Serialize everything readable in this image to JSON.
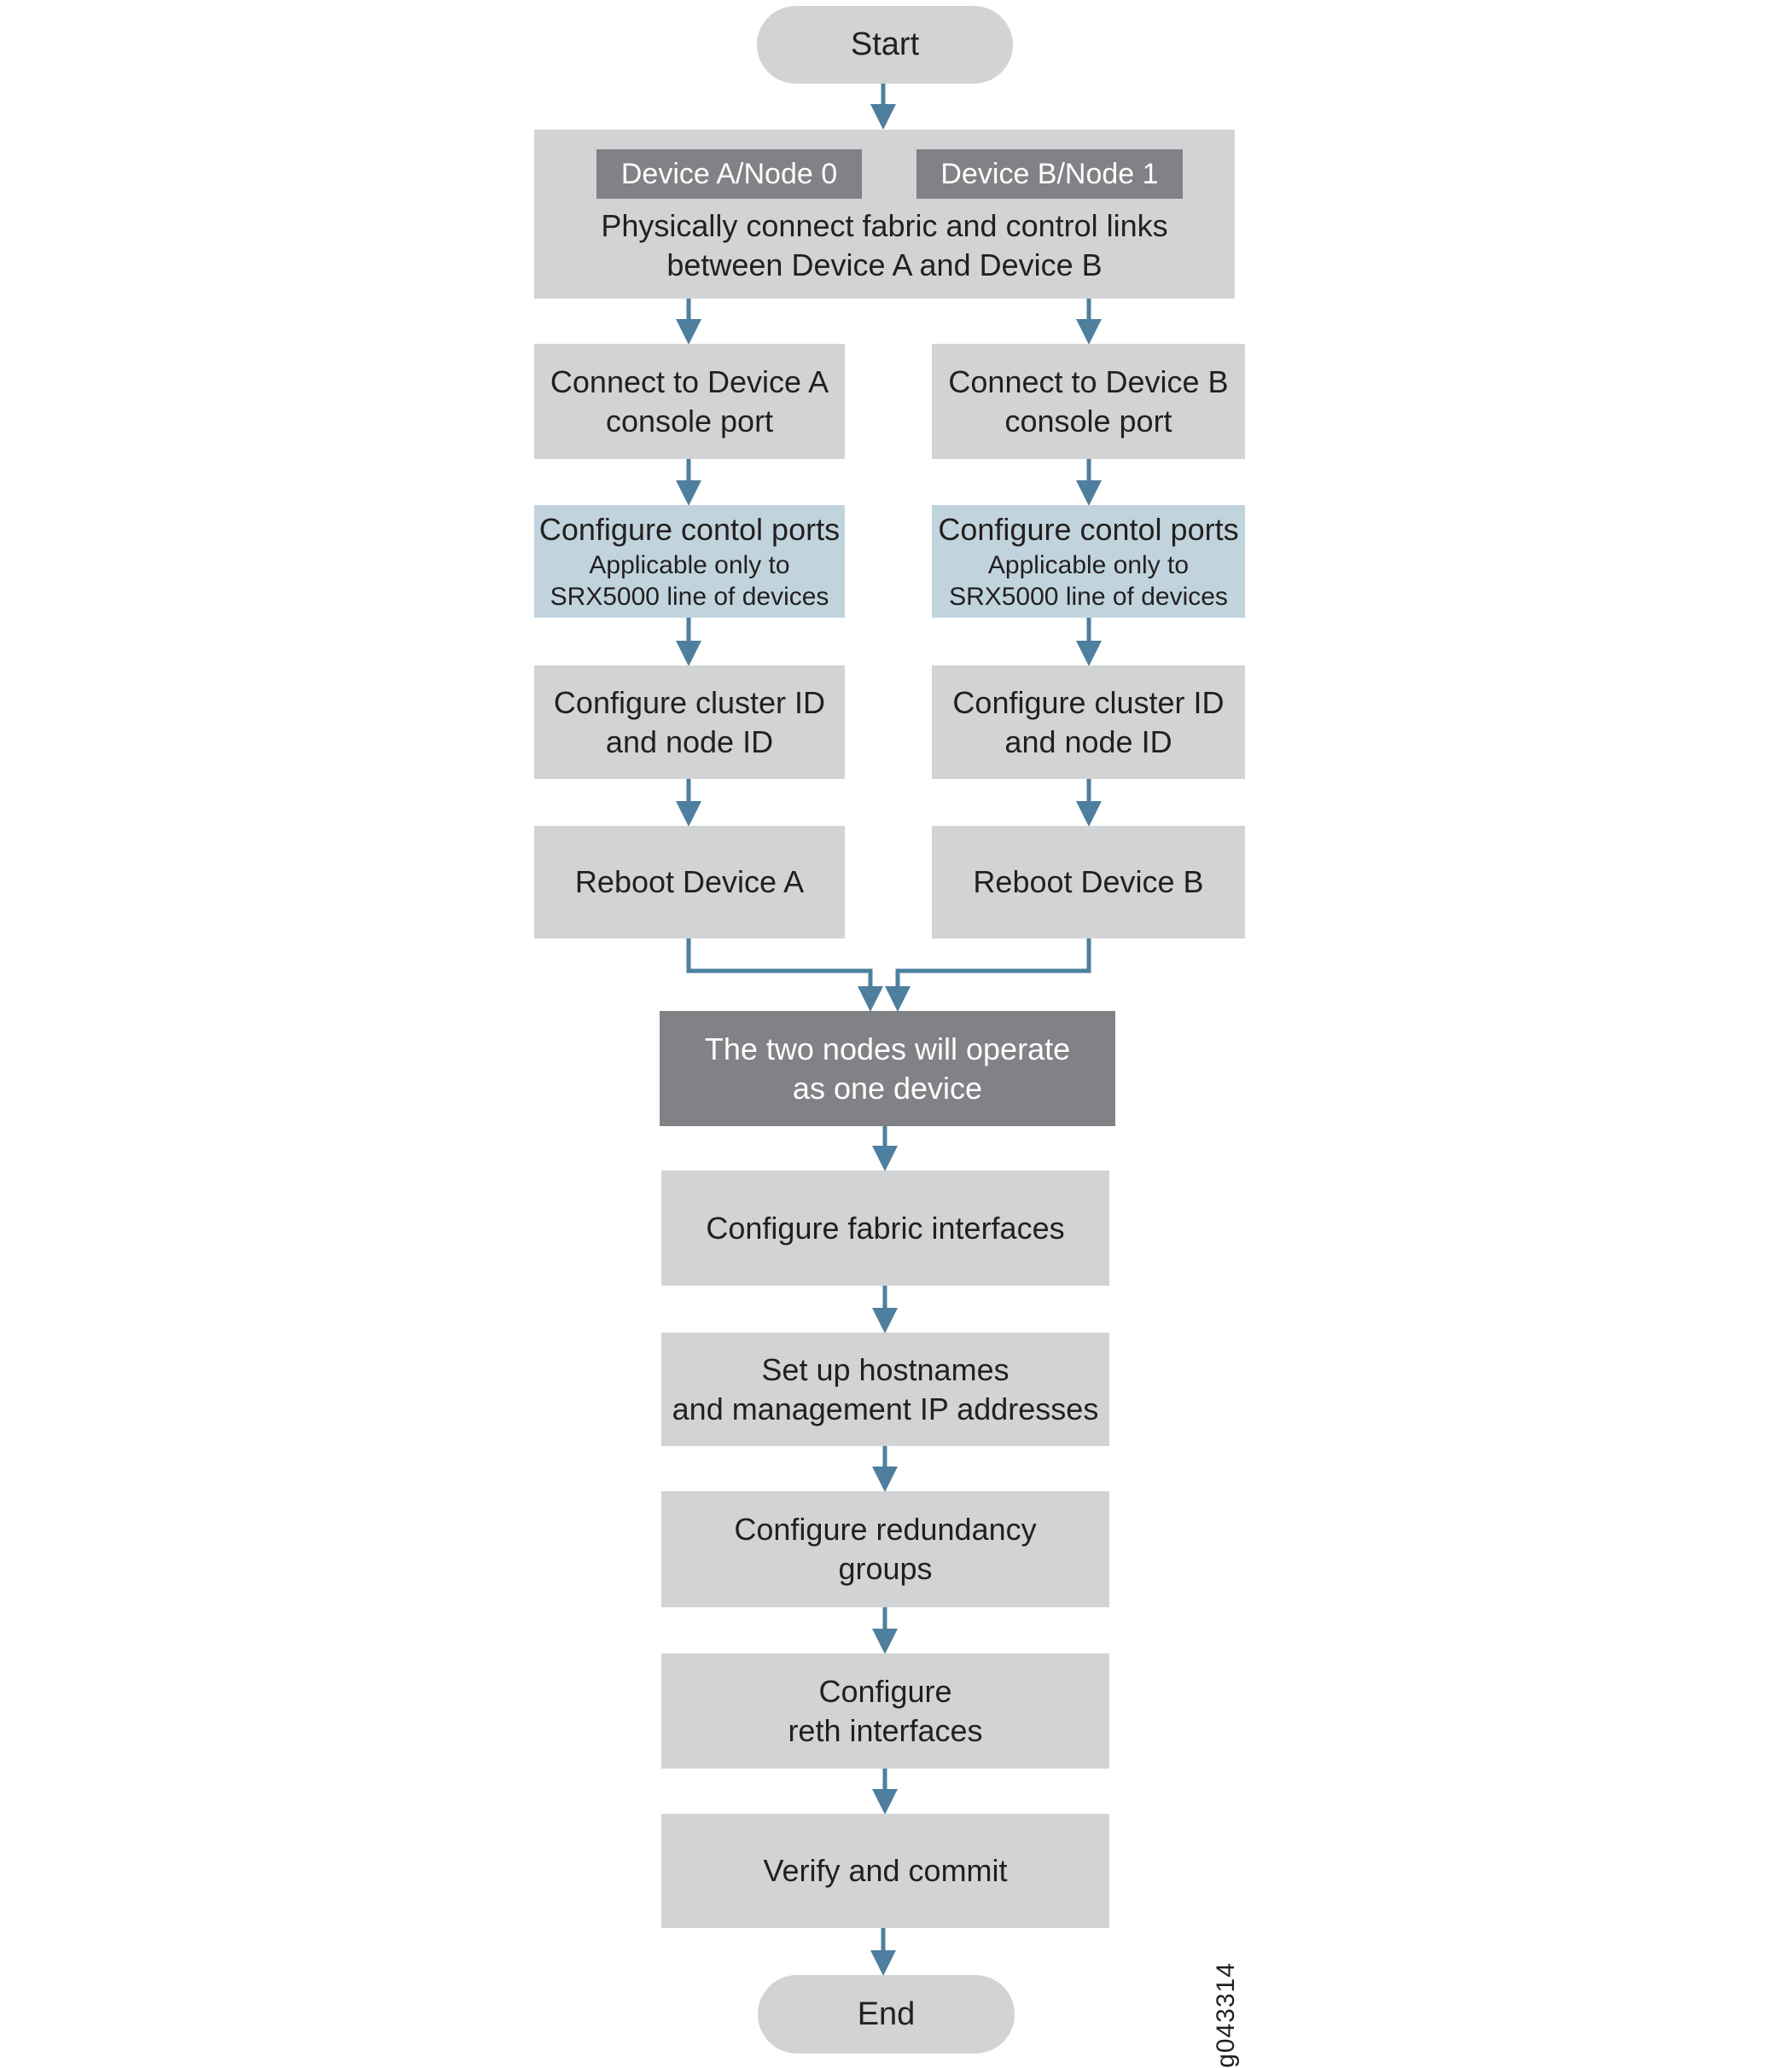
{
  "flowchart": {
    "start_label": "Start",
    "end_label": "End",
    "figure_id": "g043314",
    "colors": {
      "box_light_gray": "#d1d3d4",
      "box_dark_gray": "#808285",
      "box_light_blue": "#c1d4de",
      "arrow_blue": "#4e7f9e",
      "text_dark": "#231f20",
      "text_white": "#ffffff"
    },
    "setup_box": {
      "device_a_badge": "Device A/Node 0",
      "device_b_badge": "Device B/Node 1",
      "text_line1": "Physically connect fabric and control links",
      "text_line2": "between Device A and Device B"
    },
    "column_a": {
      "console": {
        "line1": "Connect to Device A",
        "line2": "console port"
      },
      "control_ports": {
        "title": "Configure contol ports",
        "note_line1": "Applicable only to",
        "note_line2": "SRX5000 line of devices"
      },
      "cluster_id": {
        "line1": "Configure cluster ID",
        "line2": "and node ID"
      },
      "reboot": {
        "label": "Reboot Device A"
      }
    },
    "column_b": {
      "console": {
        "line1": "Connect to Device B",
        "line2": "console port"
      },
      "control_ports": {
        "title": "Configure contol ports",
        "note_line1": "Applicable only to",
        "note_line2": "SRX5000 line of devices"
      },
      "cluster_id": {
        "line1": "Configure cluster ID",
        "line2": "and node ID"
      },
      "reboot": {
        "label": "Reboot Device B"
      }
    },
    "merge_box": {
      "line1": "The two nodes will operate",
      "line2": "as one device"
    },
    "sequence": [
      {
        "line1": "Configure fabric interfaces",
        "line2": ""
      },
      {
        "line1": "Set up hostnames",
        "line2": "and management IP addresses"
      },
      {
        "line1": "Configure redundancy",
        "line2": "groups"
      },
      {
        "line1": "Configure",
        "line2": "reth interfaces"
      },
      {
        "line1": "Verify and commit",
        "line2": ""
      }
    ]
  }
}
